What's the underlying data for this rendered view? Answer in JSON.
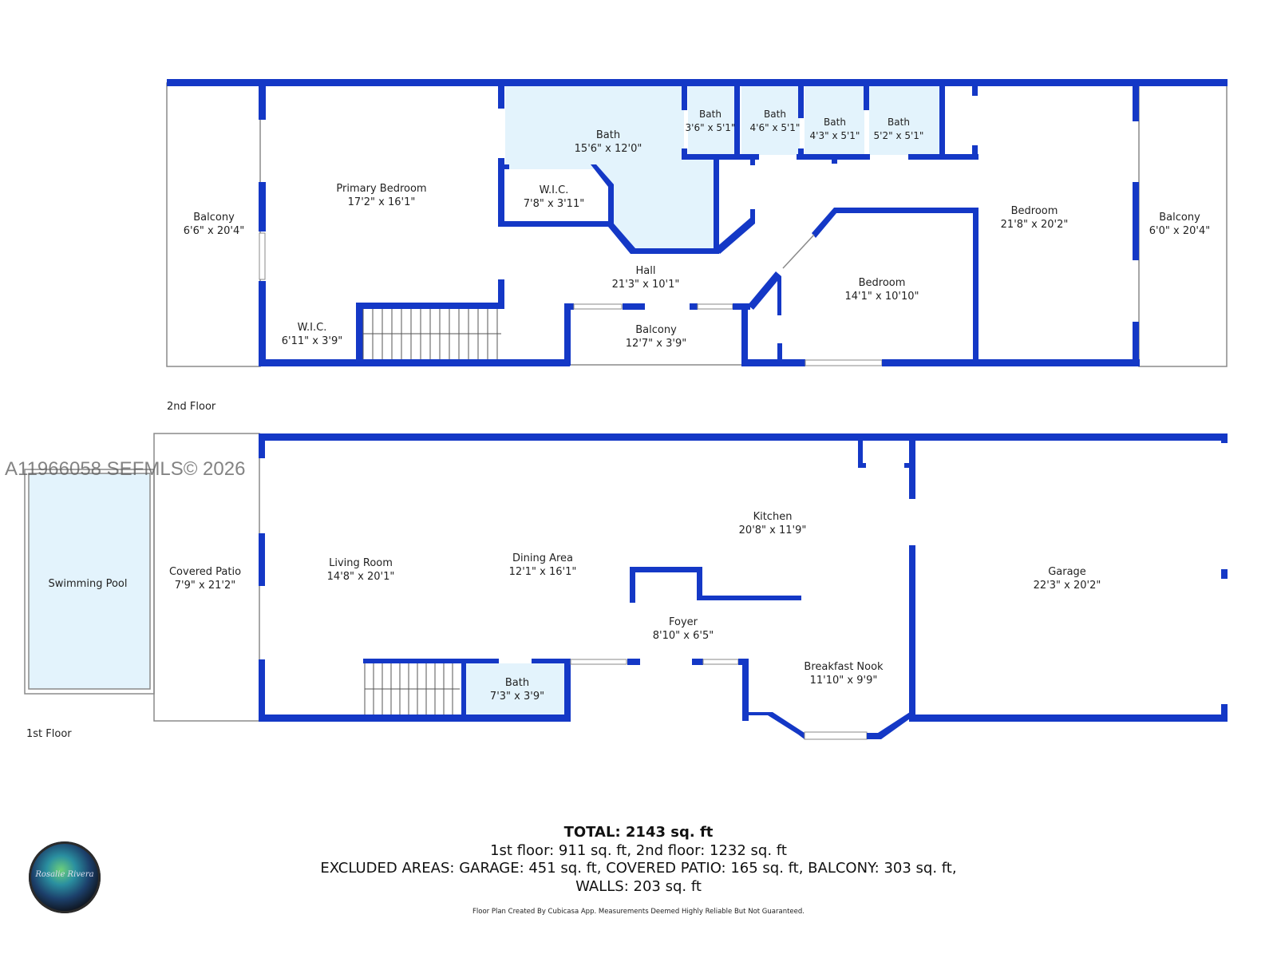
{
  "floors": {
    "second": {
      "label": "2nd Floor",
      "rooms": [
        {
          "name": "Balcony",
          "size": "6'6\" x 20'4\""
        },
        {
          "name": "Primary Bedroom",
          "size": "17'2\" x 16'1\""
        },
        {
          "name": "Bath",
          "size": "15'6\" x 12'0\""
        },
        {
          "name": "W.I.C.",
          "size": "7'8\" x 3'11\""
        },
        {
          "name": "Bath",
          "size": "3'6\" x 5'1\""
        },
        {
          "name": "Bath",
          "size": "4'6\" x 5'1\""
        },
        {
          "name": "Bath",
          "size": "4'3\" x 5'1\""
        },
        {
          "name": "Bath",
          "size": "5'2\" x 5'1\""
        },
        {
          "name": "Bedroom",
          "size": "21'8\" x 20'2\""
        },
        {
          "name": "Balcony",
          "size": "6'0\" x 20'4\""
        },
        {
          "name": "Hall",
          "size": "21'3\" x 10'1\""
        },
        {
          "name": "Bedroom",
          "size": "14'1\" x 10'10\""
        },
        {
          "name": "W.I.C.",
          "size": "6'11\" x 3'9\""
        },
        {
          "name": "Balcony",
          "size": "12'7\" x 3'9\""
        }
      ]
    },
    "first": {
      "label": "1st Floor",
      "rooms": [
        {
          "name": "Swimming Pool",
          "size": ""
        },
        {
          "name": "Covered Patio",
          "size": "7'9\" x 21'2\""
        },
        {
          "name": "Living Room",
          "size": "14'8\" x 20'1\""
        },
        {
          "name": "Dining Area",
          "size": "12'1\" x 16'1\""
        },
        {
          "name": "Kitchen",
          "size": "20'8\" x 11'9\""
        },
        {
          "name": "Foyer",
          "size": "8'10\" x 6'5\""
        },
        {
          "name": "Breakfast Nook",
          "size": "11'10\" x 9'9\""
        },
        {
          "name": "Bath",
          "size": "7'3\" x 3'9\""
        },
        {
          "name": "Garage",
          "size": "22'3\" x 20'2\""
        }
      ]
    }
  },
  "watermark": "A11966058 SEFMLS© 2026",
  "summary": {
    "total": "TOTAL: 2143 sq. ft",
    "floors": "1st floor: 911 sq. ft, 2nd floor: 1232 sq. ft",
    "excluded": "EXCLUDED AREAS: GARAGE: 451 sq. ft, COVERED PATIO: 165 sq. ft, BALCONY: 303 sq. ft,",
    "walls": "WALLS: 203 sq. ft"
  },
  "credit": "Floor Plan Created By Cubicasa App. Measurements Deemed Highly Reliable But Not Guaranteed.",
  "logo": {
    "text": "Rosalie Rivera"
  },
  "colors": {
    "wall": "#1438c6",
    "bath_fill": "#e3f3fc",
    "pool_fill": "#e3f3fc",
    "outline": "#8a8a8a"
  }
}
